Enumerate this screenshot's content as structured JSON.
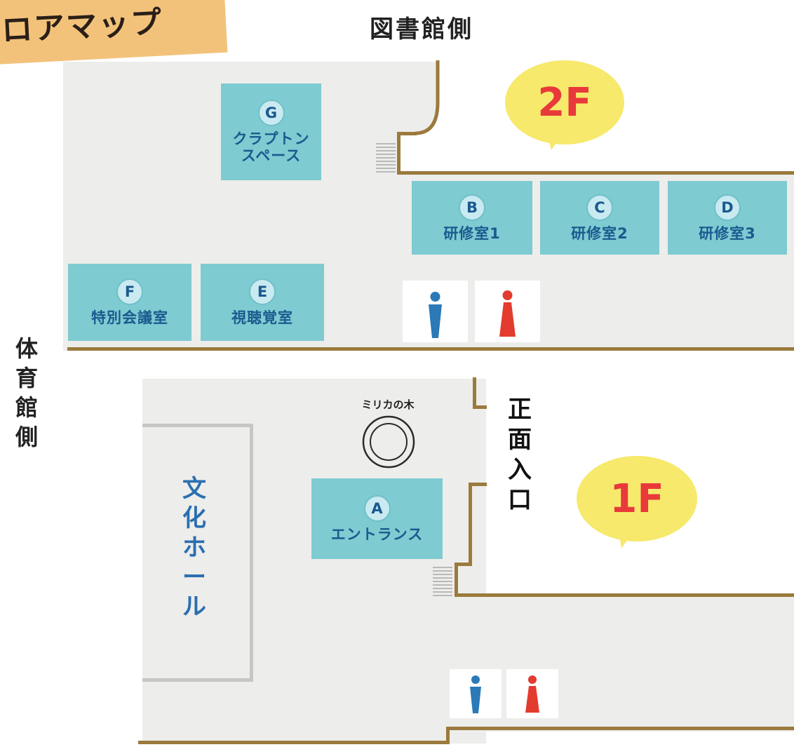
{
  "banner": {
    "title": "ロアマップ"
  },
  "directions": {
    "library": "図書館側",
    "gym": [
      "体",
      "育",
      "館",
      "側"
    ],
    "main_entrance": [
      "正",
      "面",
      "入",
      "口"
    ]
  },
  "floors": {
    "f2": {
      "label": "2F"
    },
    "f1": {
      "label": "1F"
    }
  },
  "rooms": {
    "A": {
      "letter": "A",
      "lines": [
        "エントランス"
      ]
    },
    "B": {
      "letter": "B",
      "lines": [
        "研修室1"
      ]
    },
    "C": {
      "letter": "C",
      "lines": [
        "研修室2"
      ]
    },
    "D": {
      "letter": "D",
      "lines": [
        "研修室3"
      ]
    },
    "E": {
      "letter": "E",
      "lines": [
        "視聴覚室"
      ]
    },
    "F": {
      "letter": "F",
      "lines": [
        "特別会議室"
      ]
    },
    "G": {
      "letter": "G",
      "lines": [
        "クラプトン",
        "スペース"
      ]
    }
  },
  "landmarks": {
    "tree": "ミリカの木",
    "culture_hall": [
      "文",
      "化",
      "ホ",
      "ー",
      "ル"
    ]
  },
  "colors": {
    "room_fill": "#7ecbd1",
    "room_text": "#1b5a8f",
    "wall": "#9b7a3d",
    "floor": "#ededeb",
    "bubble": "#f6e96c",
    "floor_label": "#e8393b",
    "male_icon": "#2b79b7",
    "female_icon": "#e33b2e"
  },
  "icons": [
    "male-restroom-icon",
    "female-restroom-icon",
    "stairs-icon",
    "tree-icon"
  ]
}
